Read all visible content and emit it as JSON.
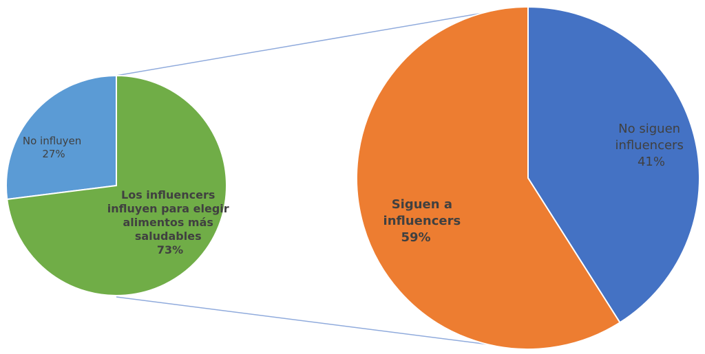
{
  "chart_data": {
    "type": "pie-of-pie",
    "primary": {
      "slices": [
        {
          "label": "No influyen",
          "value": 27,
          "value_label": "27%",
          "color": "#5B9BD5"
        },
        {
          "label": "Los influencers influyen para elegir alimentos más saludables",
          "label_lines": [
            "Los influencers",
            "influyen para elegir",
            "alimentos más",
            "saludables"
          ],
          "value": 73,
          "value_label": "73%",
          "color": "#70AD47"
        }
      ]
    },
    "secondary": {
      "slices": [
        {
          "label": "No siguen influencers",
          "label_lines": [
            "No siguen",
            "influencers"
          ],
          "value": 41,
          "value_label": "41%",
          "color": "#4472C4"
        },
        {
          "label": "Siguen a influencers",
          "label_lines": [
            "Siguen a",
            "influencers"
          ],
          "value": 59,
          "value_label": "59%",
          "color": "#ED7D31"
        }
      ]
    },
    "connector_color": "#8FAADC"
  }
}
